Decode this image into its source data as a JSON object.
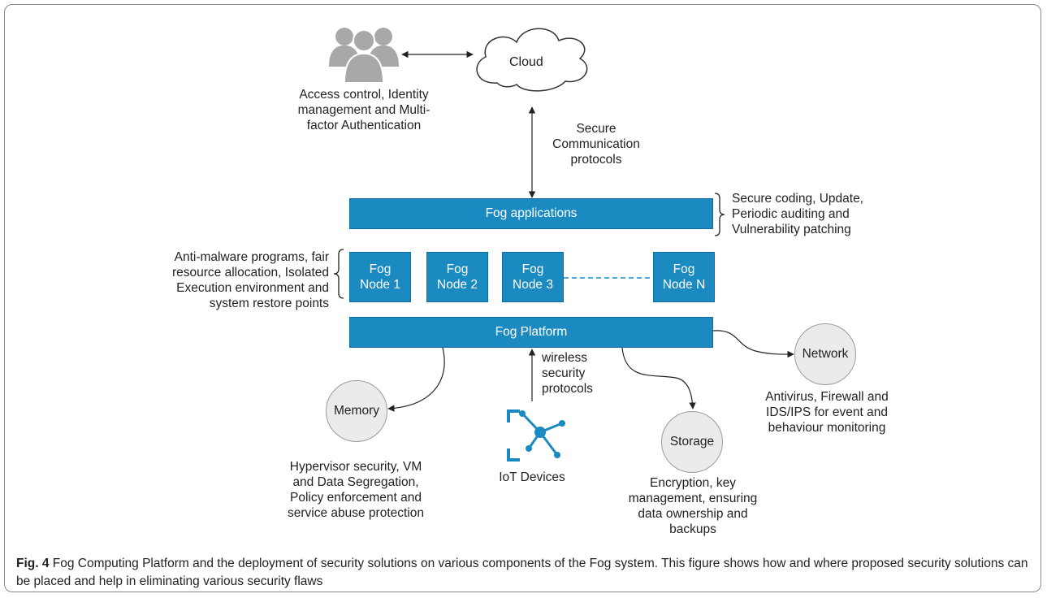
{
  "users": {
    "label": "Access control, Identity\nmanagement and Multi-\nfactor Authentication"
  },
  "cloud": {
    "label": "Cloud"
  },
  "cloud_link": {
    "label": "Secure\nCommunication\nprotocols"
  },
  "fog_applications": {
    "label": "Fog applications",
    "note": "Secure coding, Update,\nPeriodic auditing and\nVulnerability patching"
  },
  "fog_nodes": {
    "note": "Anti-malware programs, fair\nresource allocation, Isolated\nExecution environment and\nsystem restore points",
    "items": [
      "Fog\nNode 1",
      "Fog\nNode 2",
      "Fog\nNode 3",
      "Fog\nNode N"
    ]
  },
  "fog_platform": {
    "label": "Fog Platform"
  },
  "memory": {
    "label": "Memory",
    "note": "Hypervisor security, VM\nand Data Segregation,\nPolicy enforcement and\nservice abuse protection"
  },
  "iot": {
    "label": "IoT Devices",
    "link_label": "wireless\nsecurity\nprotocols"
  },
  "storage": {
    "label": "Storage",
    "note": "Encryption, key\nmanagement, ensuring\ndata ownership and\nbackups"
  },
  "network": {
    "label": "Network",
    "note": "Antivirus, Firewall and\nIDS/IPS for event and\nbehaviour monitoring"
  },
  "caption": {
    "prefix": "Fig. 4",
    "text": "Fog Computing Platform and the deployment of security solutions on various components of the Fog system. This figure shows how and where proposed security solutions can be placed and help in eliminating various security flaws"
  },
  "colors": {
    "box_fill": "#1a8ac0",
    "box_text": "#ffffff",
    "circle_fill": "#ebebeb",
    "users_icon": "#a8a8a8",
    "iot_icon": "#1a8ac0"
  }
}
